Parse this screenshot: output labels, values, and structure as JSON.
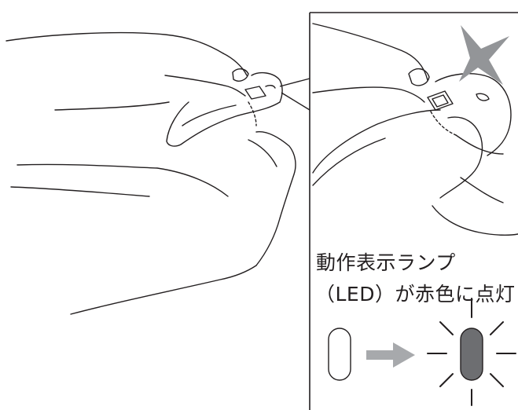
{
  "caption": {
    "line1": "動作表示ランプ",
    "line2": "（LED）が赤色に点灯"
  },
  "led": {
    "before_state": "off",
    "after_state": "on",
    "off_fill": "#ffffff",
    "on_fill": "#6d6e71",
    "arrow_color": "#a7a9ac"
  },
  "colors": {
    "line": "#231f20",
    "flash_star": "#939598"
  },
  "icons": [
    "hand-pressing-button",
    "device-body",
    "flash-star-icon",
    "led-off-icon",
    "arrow-right-icon",
    "led-on-icon"
  ]
}
